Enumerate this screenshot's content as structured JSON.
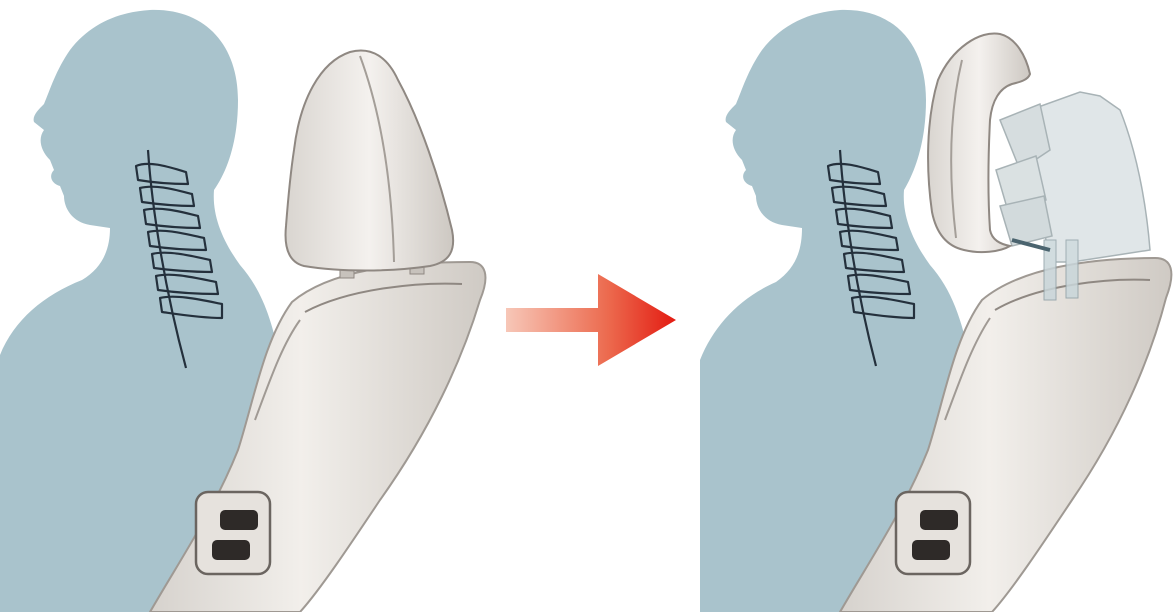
{
  "diagram": {
    "panels": [
      {
        "id": "before",
        "headrest_state": "normal",
        "colors": {
          "silhouette": "#a9c3cc",
          "seat": "#e8e5e1"
        }
      },
      {
        "id": "after",
        "headrest_state": "deployed-forward",
        "colors": {
          "silhouette": "#a9c3cc",
          "seat": "#e8e5e1"
        }
      }
    ],
    "arrow": {
      "direction": "right",
      "color_start": "#f7c7b8",
      "color_end": "#e31b12"
    },
    "icons": [
      "person-silhouette",
      "cervical-spine",
      "car-seat",
      "headrest",
      "seat-control-buttons",
      "headrest-mechanism"
    ]
  }
}
